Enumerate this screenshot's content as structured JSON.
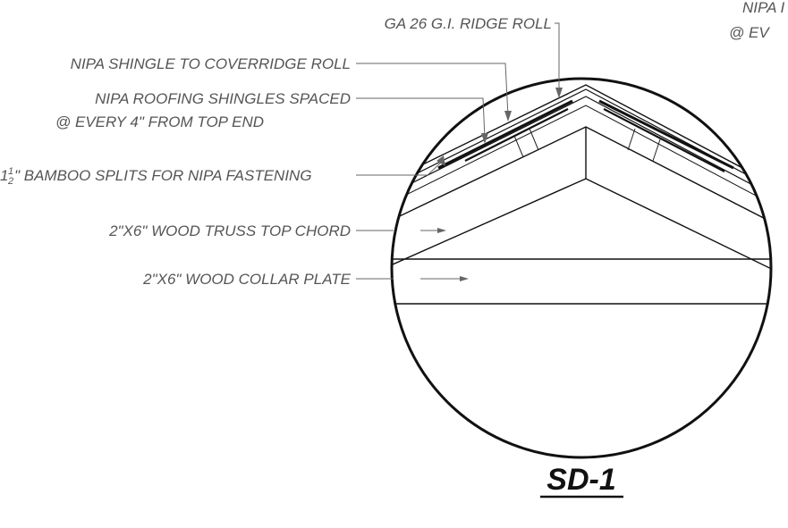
{
  "labels": {
    "ridge_roll": "GA 26 G.I. RIDGE ROLL",
    "nipa_cover": "NIPA SHINGLE TO COVERRIDGE ROLL",
    "nipa_spaced_1": "NIPA ROOFING SHINGLES SPACED",
    "nipa_spaced_2": "@ EVERY 4\" FROM TOP END",
    "bamboo_whole": "1",
    "bamboo_num": "1",
    "bamboo_den": "2",
    "bamboo_rest": "\" BAMBOO SPLITS FOR NIPA FASTENING",
    "truss": "2\"X6\" WOOD TRUSS TOP CHORD",
    "collar": "2\"X6\" WOOD COLLAR  PLATE",
    "corner_1": "NIPA I",
    "corner_2": "@ EV"
  },
  "title": "SD-1"
}
